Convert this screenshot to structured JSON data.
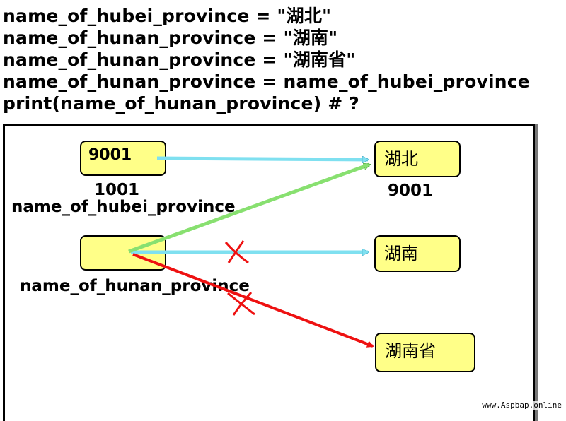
{
  "code": {
    "lines": [
      "name_of_hubei_province = \"湖北\"",
      "name_of_hunan_province = \"湖南\"",
      "name_of_hunan_province = \"湖南省\"",
      "name_of_hunan_province = name_of_hubei_province",
      "print(name_of_hunan_province)  # ?"
    ]
  },
  "diagram": {
    "hubei_var": {
      "box_value": "9001",
      "address": "1001",
      "name": "name_of_hubei_province"
    },
    "hunan_var": {
      "box_value": "",
      "name": "name_of_hunan_province"
    },
    "values": [
      {
        "text": "湖北",
        "address": "9001"
      },
      {
        "text": "湖南"
      },
      {
        "text": "湖南省"
      }
    ],
    "colors": {
      "box_fill": "#ffff88",
      "arrow_hubei": "#7fe0f0",
      "arrow_reassign": "#88e070",
      "arrow_old": "#7fe0f0",
      "arrow_crossed": "#ee1111"
    }
  },
  "watermark": "www.Aspbap.online"
}
